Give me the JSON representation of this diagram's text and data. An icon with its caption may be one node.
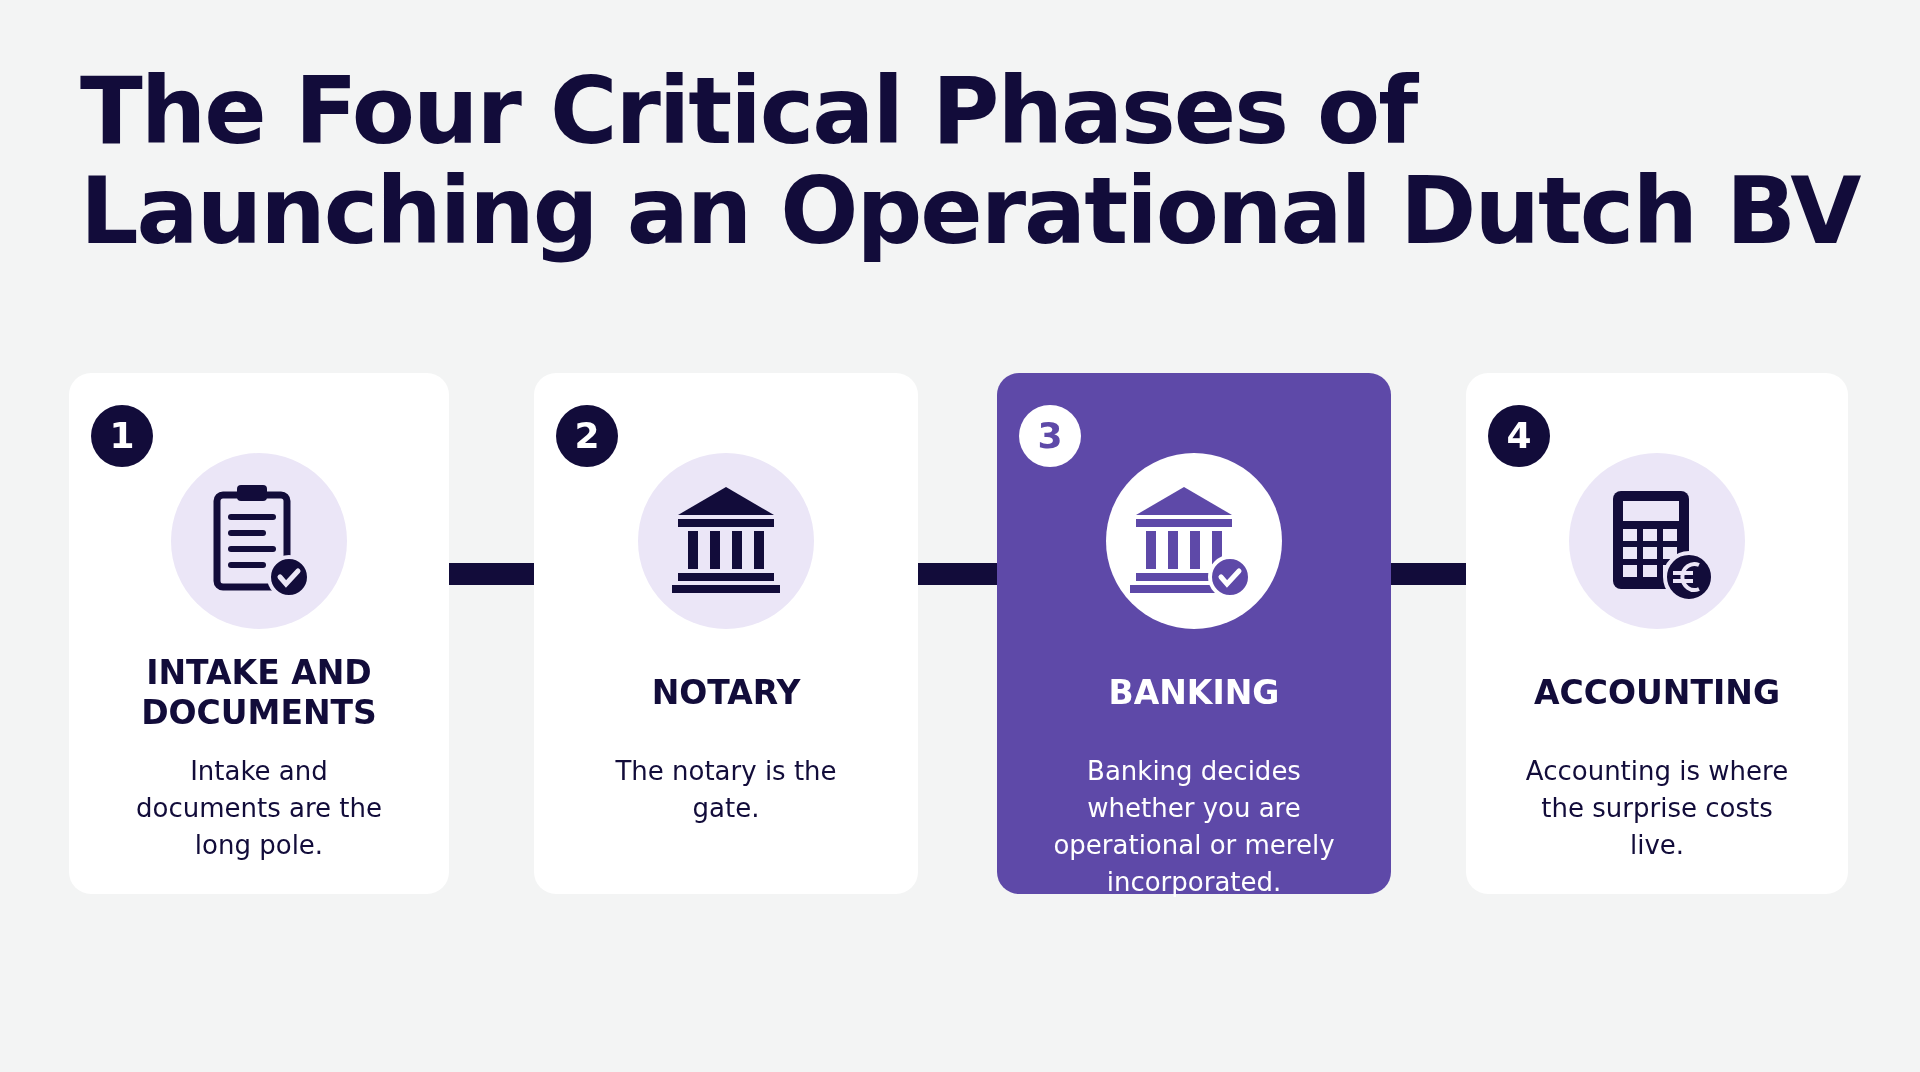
{
  "diagram": {
    "title": "The Four Critical Phases of Launching an Operational Dutch BV",
    "nodes": [
      {
        "text": [
          "1",
          "INTAKE AND DOCUMENTS",
          "Intake and documents are the long pole."
        ]
      },
      {
        "text": [
          "2",
          "NOTARY",
          "The notary is the gate."
        ]
      },
      {
        "text": [
          "3",
          "BANKING",
          "Banking decides whether you are operational or merely incorporated."
        ]
      },
      {
        "text": [
          "4",
          "ACCOUNTING",
          "Accounting is where the surprise costs live."
        ]
      }
    ],
    "edges": [
      {
        "from": 0,
        "to": 1,
        "arrow": "none"
      },
      {
        "from": 1,
        "to": 2,
        "arrow": "none"
      },
      {
        "from": 2,
        "to": 3,
        "arrow": "none"
      }
    ]
  }
}
